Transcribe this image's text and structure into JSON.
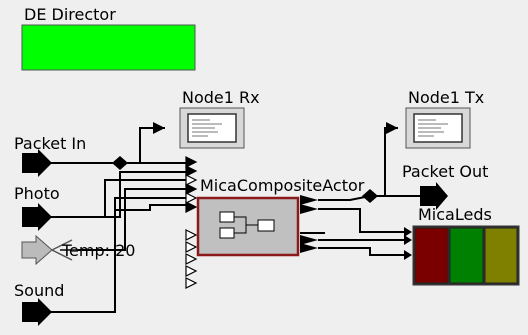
{
  "director": {
    "label": "DE Director",
    "color": "#00ff00"
  },
  "monitors": {
    "rx": {
      "label": "Node1 Rx"
    },
    "tx": {
      "label": "Node1 Tx"
    }
  },
  "ports": {
    "packet_in": "Packet In",
    "photo": "Photo",
    "sound": "Sound",
    "packet_out": "Packet Out"
  },
  "composite": {
    "label": "MicaCompositeActor",
    "border_color": "#8b1a1a"
  },
  "temp": {
    "label": "Temp: 20"
  },
  "leds": {
    "label": "MicaLeds",
    "colors": [
      "#7a0000",
      "#008000",
      "#808000"
    ]
  }
}
